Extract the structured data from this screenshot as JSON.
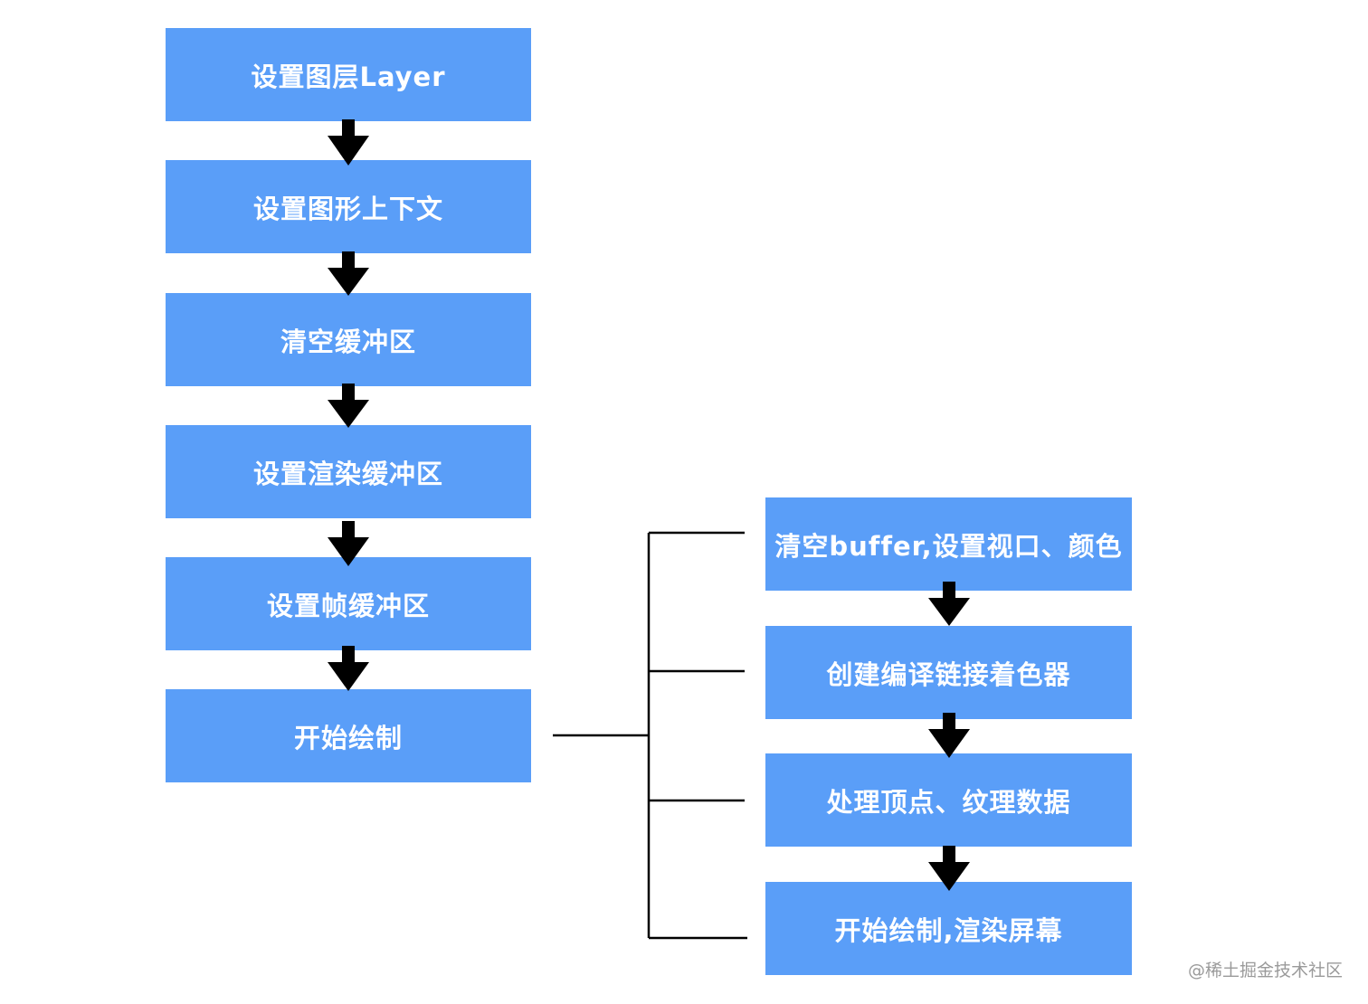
{
  "main_steps": [
    {
      "label": "设置图层Layer"
    },
    {
      "label": "设置图形上下文"
    },
    {
      "label": "清空缓冲区"
    },
    {
      "label": "设置渲染缓冲区"
    },
    {
      "label": "设置帧缓冲区"
    },
    {
      "label": "开始绘制"
    }
  ],
  "draw_steps": [
    {
      "label": "清空buffer,设置视口、颜色"
    },
    {
      "label": "创建编译链接着色器"
    },
    {
      "label": "处理顶点、纹理数据"
    },
    {
      "label": "开始绘制,渲染屏幕"
    }
  ],
  "watermark": "@稀土掘金技术社区",
  "colors": {
    "box_fill": "#5a9ef8",
    "box_text": "#ffffff",
    "connector": "#000000"
  }
}
